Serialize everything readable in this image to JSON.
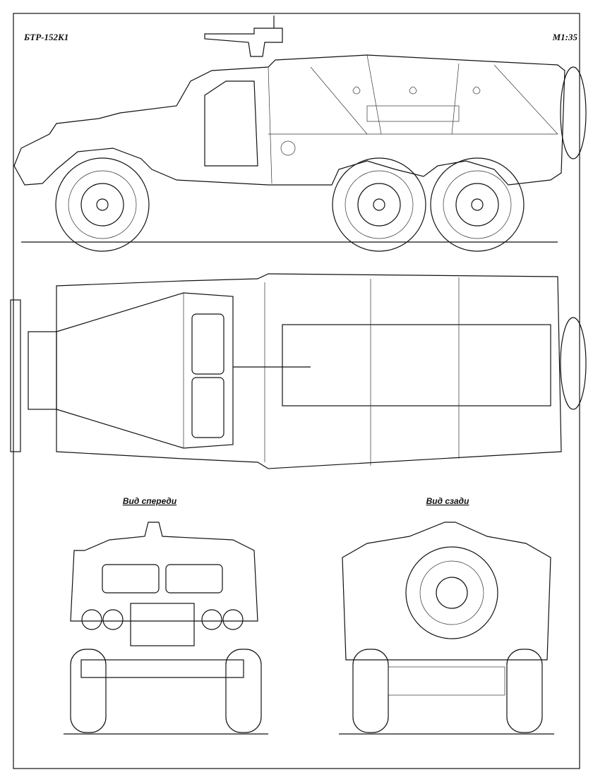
{
  "drawing": {
    "model": "БТР-152К1",
    "scale": "М1:35",
    "views": {
      "front_label": "Вид спереди",
      "rear_label": "Вид сзади"
    }
  }
}
